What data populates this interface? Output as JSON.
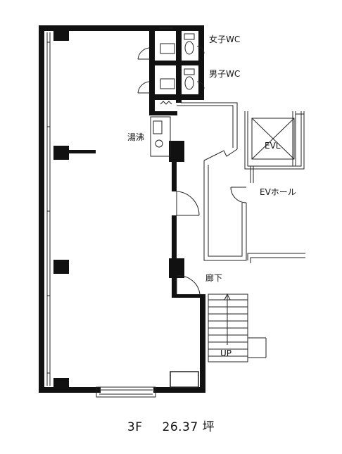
{
  "labels": {
    "womens_wc": "女子WC",
    "mens_wc": "男子WC",
    "kitchenette": "湯沸",
    "elevator": "EVL",
    "elevator_hall": "EVホール",
    "corridor": "廊下",
    "stairs_up": "UP"
  },
  "caption": {
    "floor": "3F",
    "area": "26.37 坪"
  },
  "colors": {
    "wall": "#111111",
    "line": "#222222",
    "background": "#ffffff"
  }
}
